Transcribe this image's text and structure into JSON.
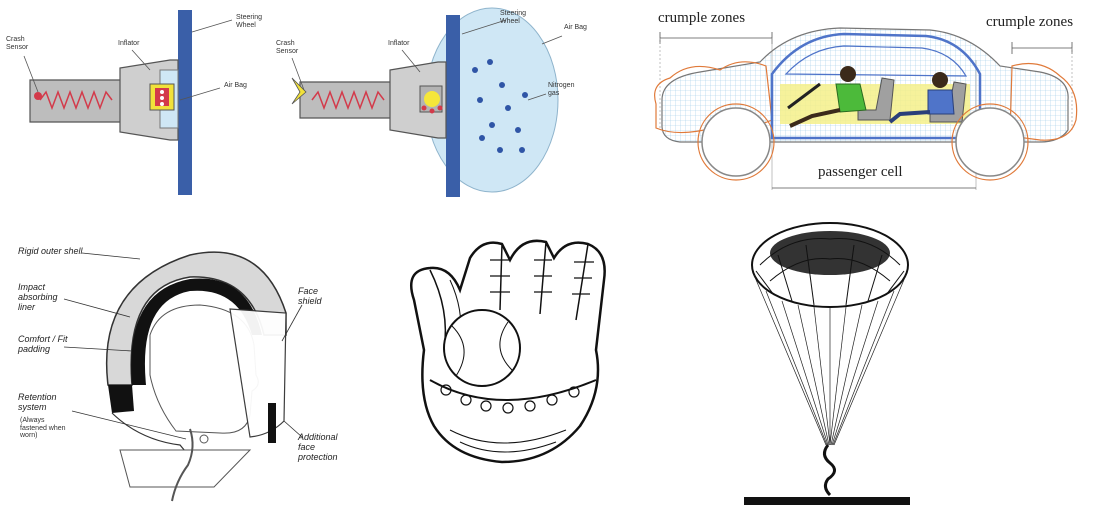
{
  "airbag_before": {
    "labels": {
      "crash_sensor": "Crash Sensor",
      "inflator": "Inflator",
      "steering_wheel": "Steering Wheel",
      "air_bag": "Air Bag"
    }
  },
  "airbag_after": {
    "labels": {
      "crash_sensor": "Crash Sensor",
      "inflator": "Inflator",
      "steering_wheel": "Steering Wheel",
      "air_bag": "Air Bag",
      "nitrogen_gas": "Nitrogen gas"
    }
  },
  "car": {
    "labels": {
      "crumple_left": "crumple zones",
      "crumple_right": "crumple zones",
      "passenger_cell": "passenger cell"
    }
  },
  "helmet": {
    "labels": {
      "outer_shell": "Rigid outer shell",
      "impact_liner": "Impact absorbing liner",
      "comfort_padding": "Comfort / Fit padding",
      "retention_system": "Retention system",
      "retention_note": "(Always fastened when worn)",
      "face_shield": "Face shield",
      "additional_protection": "Additional face protection"
    }
  },
  "colors": {
    "steel_blue": "#3a5fa8",
    "bag_fill": "#cfe7f5",
    "coil_red": "#d33a4a",
    "crumple_orange": "#e07a3a",
    "cabin_blue": "#4f74c9",
    "seat_yellow": "#f5f08a",
    "driver_green": "#4cba3a"
  }
}
